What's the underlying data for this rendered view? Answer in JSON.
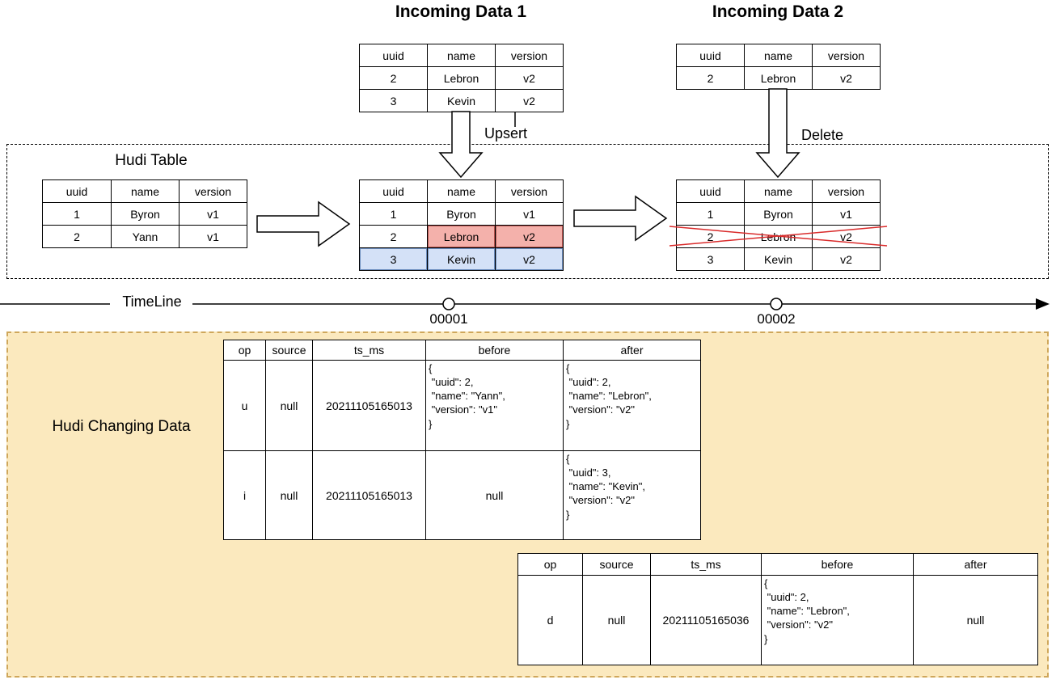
{
  "titles": {
    "incoming_data_1": "Incoming Data 1",
    "incoming_data_2": "Incoming Data 2"
  },
  "hudi_table_section": {
    "label": "Hudi Table"
  },
  "operations": {
    "upsert": "Upsert",
    "delete": "Delete"
  },
  "timeline": {
    "label": "TimeLine",
    "commits": [
      "00001",
      "00002"
    ]
  },
  "changing_section": {
    "label": "Hudi Changing Data"
  },
  "colors": {
    "highlight_red": "#f4b1ab",
    "highlight_blue": "#d4e1f7",
    "cross_red": "#d92b2b",
    "changing_fill": "#fbe9be",
    "changing_border": "#cfa75b"
  },
  "tables": {
    "incoming1": {
      "headers": [
        "uuid",
        "name",
        "version"
      ],
      "rows": [
        [
          "2",
          "Lebron",
          "v2"
        ],
        [
          "3",
          "Kevin",
          "v2"
        ]
      ]
    },
    "incoming2": {
      "headers": [
        "uuid",
        "name",
        "version"
      ],
      "rows": [
        [
          "2",
          "Lebron",
          "v2"
        ]
      ]
    },
    "hudi_initial": {
      "headers": [
        "uuid",
        "name",
        "version"
      ],
      "rows": [
        [
          "1",
          "Byron",
          "v1"
        ],
        [
          "2",
          "Yann",
          "v1"
        ]
      ]
    },
    "hudi_after_upsert": {
      "headers": [
        "uuid",
        "name",
        "version"
      ],
      "rows": [
        [
          "1",
          "Byron",
          "v1"
        ],
        [
          "2",
          "Lebron",
          "v2"
        ],
        [
          "3",
          "Kevin",
          "v2"
        ]
      ],
      "highlights": {
        "1,1": "red",
        "1,2": "red",
        "2,0": "blue",
        "2,1": "blue",
        "2,2": "blue"
      }
    },
    "hudi_after_delete": {
      "headers": [
        "uuid",
        "name",
        "version"
      ],
      "rows": [
        [
          "1",
          "Byron",
          "v1"
        ],
        [
          "2",
          "Lebron",
          "v2"
        ],
        [
          "3",
          "Kevin",
          "v2"
        ]
      ],
      "crossed_rows": [
        1
      ]
    },
    "changing1": {
      "headers": [
        "op",
        "source",
        "ts_ms",
        "before",
        "after"
      ],
      "rows": [
        [
          "u",
          "null",
          "20211105165013",
          "{\n \"uuid\": 2,\n \"name\": \"Yann\",\n \"version\": \"v1\"\n}",
          "{\n \"uuid\": 2,\n \"name\": \"Lebron\",\n \"version\": \"v2\"\n}"
        ],
        [
          "i",
          "null",
          "20211105165013",
          "null",
          "{\n \"uuid\": 3,\n \"name\": \"Kevin\",\n \"version\": \"v2\"\n}"
        ]
      ]
    },
    "changing2": {
      "headers": [
        "op",
        "source",
        "ts_ms",
        "before",
        "after"
      ],
      "rows": [
        [
          "d",
          "null",
          "20211105165036",
          "{\n \"uuid\": 2,\n \"name\": \"Lebron\",\n \"version\": \"v2\"\n}",
          "null"
        ]
      ]
    }
  }
}
